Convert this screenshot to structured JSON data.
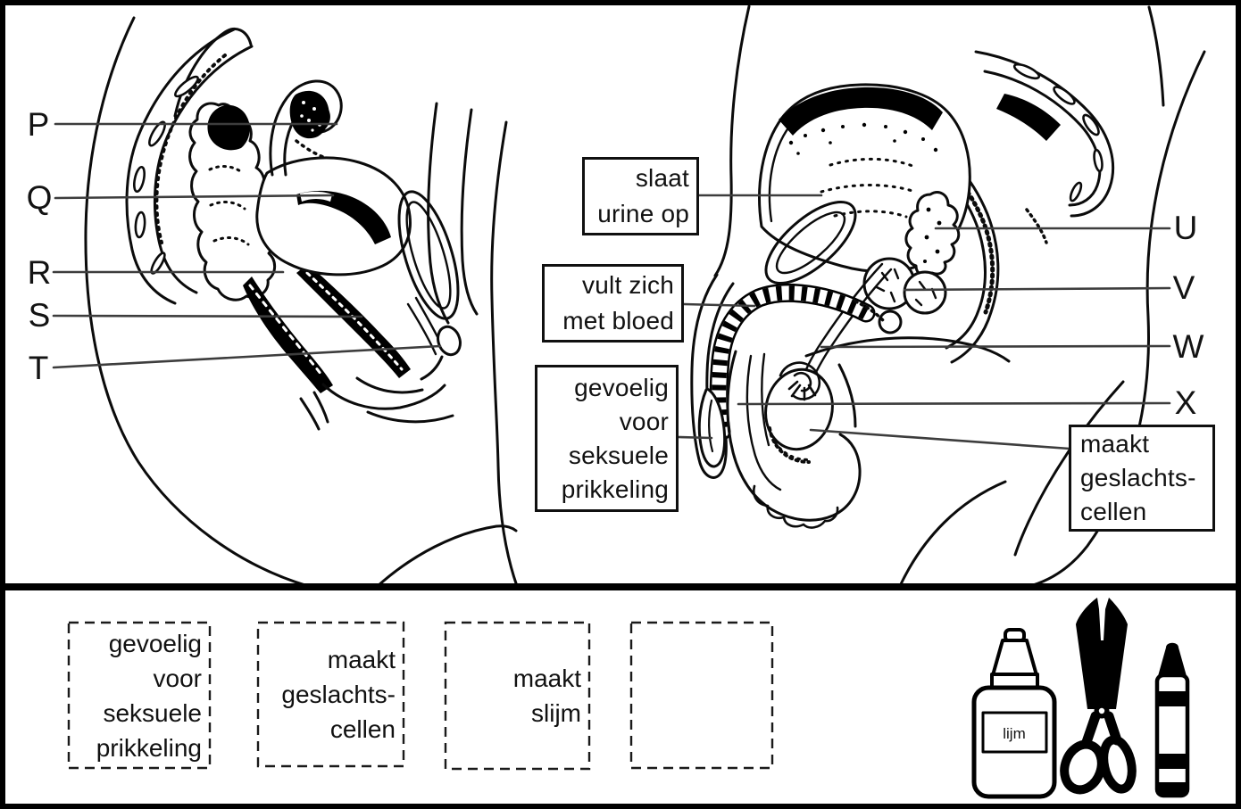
{
  "document": {
    "type": "worksheet-diagram",
    "language": "nl",
    "colors": {
      "paper": "#ffffff",
      "ink": "#000000",
      "leader_line": "#3d3d3d"
    }
  },
  "female_diagram": {
    "name": "female-reproductive-system-sagittal",
    "letters": [
      "P",
      "Q",
      "R",
      "S",
      "T"
    ]
  },
  "male_diagram": {
    "name": "male-reproductive-system-sagittal",
    "letters": [
      "U",
      "V",
      "W",
      "X"
    ],
    "callouts": {
      "bladder": {
        "line1": "slaat",
        "line2": "urine op"
      },
      "penis": {
        "line1": "vult zich",
        "line2": "met bloed"
      },
      "glans": {
        "line1": "gevoelig",
        "line2": "voor",
        "line3": "seksuele",
        "line4": "prikkeling"
      },
      "testis": {
        "line1": "maakt",
        "line2": "geslachts-",
        "line3": "cellen"
      }
    }
  },
  "cutout_strip": {
    "box1": {
      "line1": "gevoelig",
      "line2": "voor",
      "line3": "seksuele",
      "line4": "prikkeling"
    },
    "box2": {
      "line1": "maakt",
      "line2": "geslachts-",
      "line3": "cellen"
    },
    "box3": {
      "line1": "maakt",
      "line2": "slijm"
    },
    "box4": {
      "empty": ""
    },
    "tools": {
      "glue_label": "lijm",
      "icons": [
        "glue-bottle-icon",
        "scissors-icon",
        "crayon-icon"
      ]
    }
  }
}
